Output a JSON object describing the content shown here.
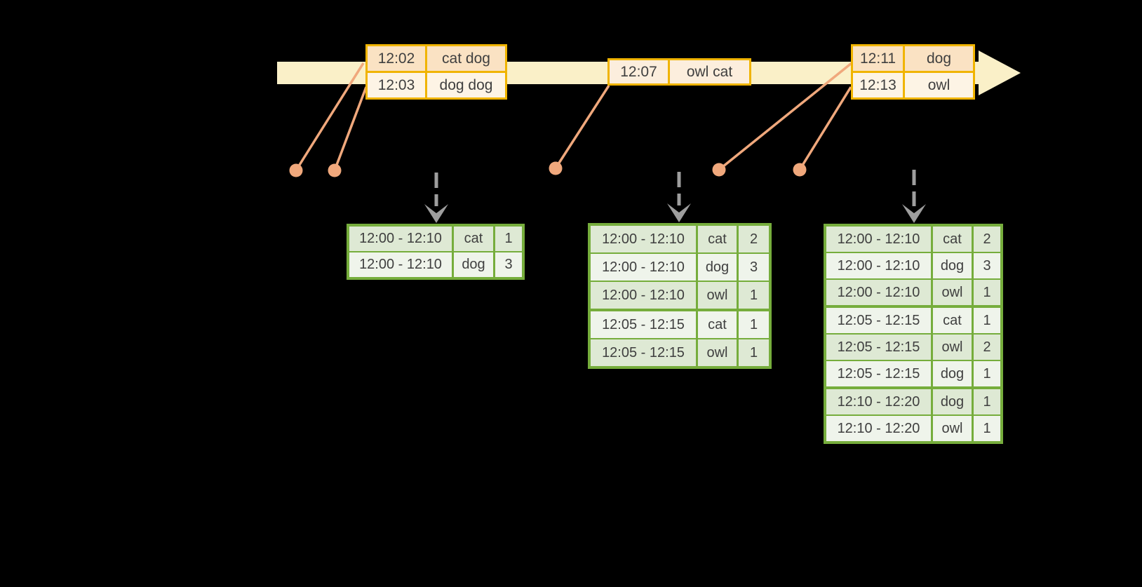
{
  "event_tables": [
    {
      "rows": [
        {
          "time": "12:02",
          "words": "cat dog"
        },
        {
          "time": "12:03",
          "words": "dog dog"
        }
      ]
    },
    {
      "rows": [
        {
          "time": "12:07",
          "words": "owl cat"
        }
      ]
    },
    {
      "rows": [
        {
          "time": "12:11",
          "words": "dog"
        },
        {
          "time": "12:13",
          "words": "owl"
        }
      ]
    }
  ],
  "result_tables": [
    {
      "rows": [
        {
          "window": "12:00 - 12:10",
          "word": "cat",
          "count": "1"
        },
        {
          "window": "12:00 - 12:10",
          "word": "dog",
          "count": "3"
        }
      ]
    },
    {
      "rows": [
        {
          "window": "12:00 - 12:10",
          "word": "cat",
          "count": "2"
        },
        {
          "window": "12:00 - 12:10",
          "word": "dog",
          "count": "3"
        },
        {
          "window": "12:00 - 12:10",
          "word": "owl",
          "count": "1"
        },
        {
          "window": "12:05 - 12:15",
          "word": "cat",
          "count": "1"
        },
        {
          "window": "12:05 - 12:15",
          "word": "owl",
          "count": "1"
        }
      ]
    },
    {
      "rows": [
        {
          "window": "12:00 - 12:10",
          "word": "cat",
          "count": "2"
        },
        {
          "window": "12:00 - 12:10",
          "word": "dog",
          "count": "3"
        },
        {
          "window": "12:00 - 12:10",
          "word": "owl",
          "count": "1"
        },
        {
          "window": "12:05 - 12:15",
          "word": "cat",
          "count": "1"
        },
        {
          "window": "12:05 - 12:15",
          "word": "owl",
          "count": "2"
        },
        {
          "window": "12:05 - 12:15",
          "word": "dog",
          "count": "1"
        },
        {
          "window": "12:10 - 12:20",
          "word": "dog",
          "count": "1"
        },
        {
          "window": "12:10 - 12:20",
          "word": "owl",
          "count": "1"
        }
      ]
    }
  ],
  "colors": {
    "background": "#000000",
    "timeline_band": "#FAF0C8",
    "event_table_border": "#F0B400",
    "event_row_dark": "#FAE2C3",
    "event_row_light": "#FDF4E5",
    "event_single_row": "#FCEEDD",
    "connector_orange": "#F0A87C",
    "trigger_arrow_gray": "#9E9E9E",
    "result_table_border": "#76AD3C",
    "result_row_dark": "#DEE9D4",
    "result_row_light": "#EFF4EB",
    "text": "#3F3F3F"
  }
}
